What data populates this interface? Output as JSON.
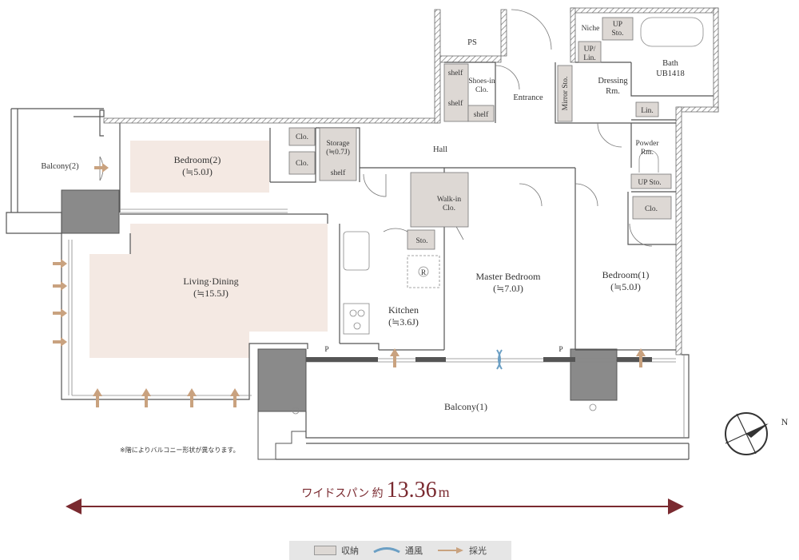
{
  "rooms": {
    "ps": "PS",
    "niche": "Niche",
    "up_sto_top": "UP\nSto.",
    "up_lin": "UP/\nLin.",
    "bath": "Bath\nUB1418",
    "dressing": "Dressing\nRm.",
    "lin": "Lin.",
    "mirror_sto": "Mirror Sto.",
    "entrance": "Entrance",
    "shoes_in": "Shoes-in\nClo.",
    "shelf_a": "shelf",
    "shelf_b": "shelf",
    "shelf_c": "shelf",
    "shelf_storage": "shelf",
    "hall": "Hall",
    "clo_a": "Clo.",
    "clo_b": "Clo.",
    "storage": "Storage\n(≒0.7J)",
    "bedroom2": "Bedroom(2)\n(≒5.0J)",
    "balcony2": "Balcony(2)",
    "living": "Living·Dining\n(≒15.5J)",
    "walkin": "Walk-in\nClo.",
    "sto": "Sto.",
    "r_mark": "R",
    "kitchen": "Kitchen\n(≒3.6J)",
    "master": "Master Bedroom\n(≒7.0J)",
    "powder": "Powder\nRm.",
    "up_sto_powder": "UP Sto.",
    "clo_bed1": "Clo.",
    "bedroom1": "Bedroom(1)\n(≒5.0J)",
    "balcony1": "Balcony(1)",
    "p_left": "P",
    "p_right": "P"
  },
  "note": "※階によりバルコニー形状が異なります。",
  "span": {
    "prefix": "ワイドスパン 約",
    "value": "13.36",
    "unit": "m"
  },
  "compass": {
    "north": "N"
  },
  "legend": {
    "storage": "収納",
    "ventilation": "通風",
    "lighting": "採光"
  },
  "colors": {
    "accent": "#7a2a30",
    "storage_fill": "#ddd8d4",
    "room_fill": "#f4e9e3",
    "arrow": "#c9a27f",
    "vent": "#6b9fc4"
  }
}
